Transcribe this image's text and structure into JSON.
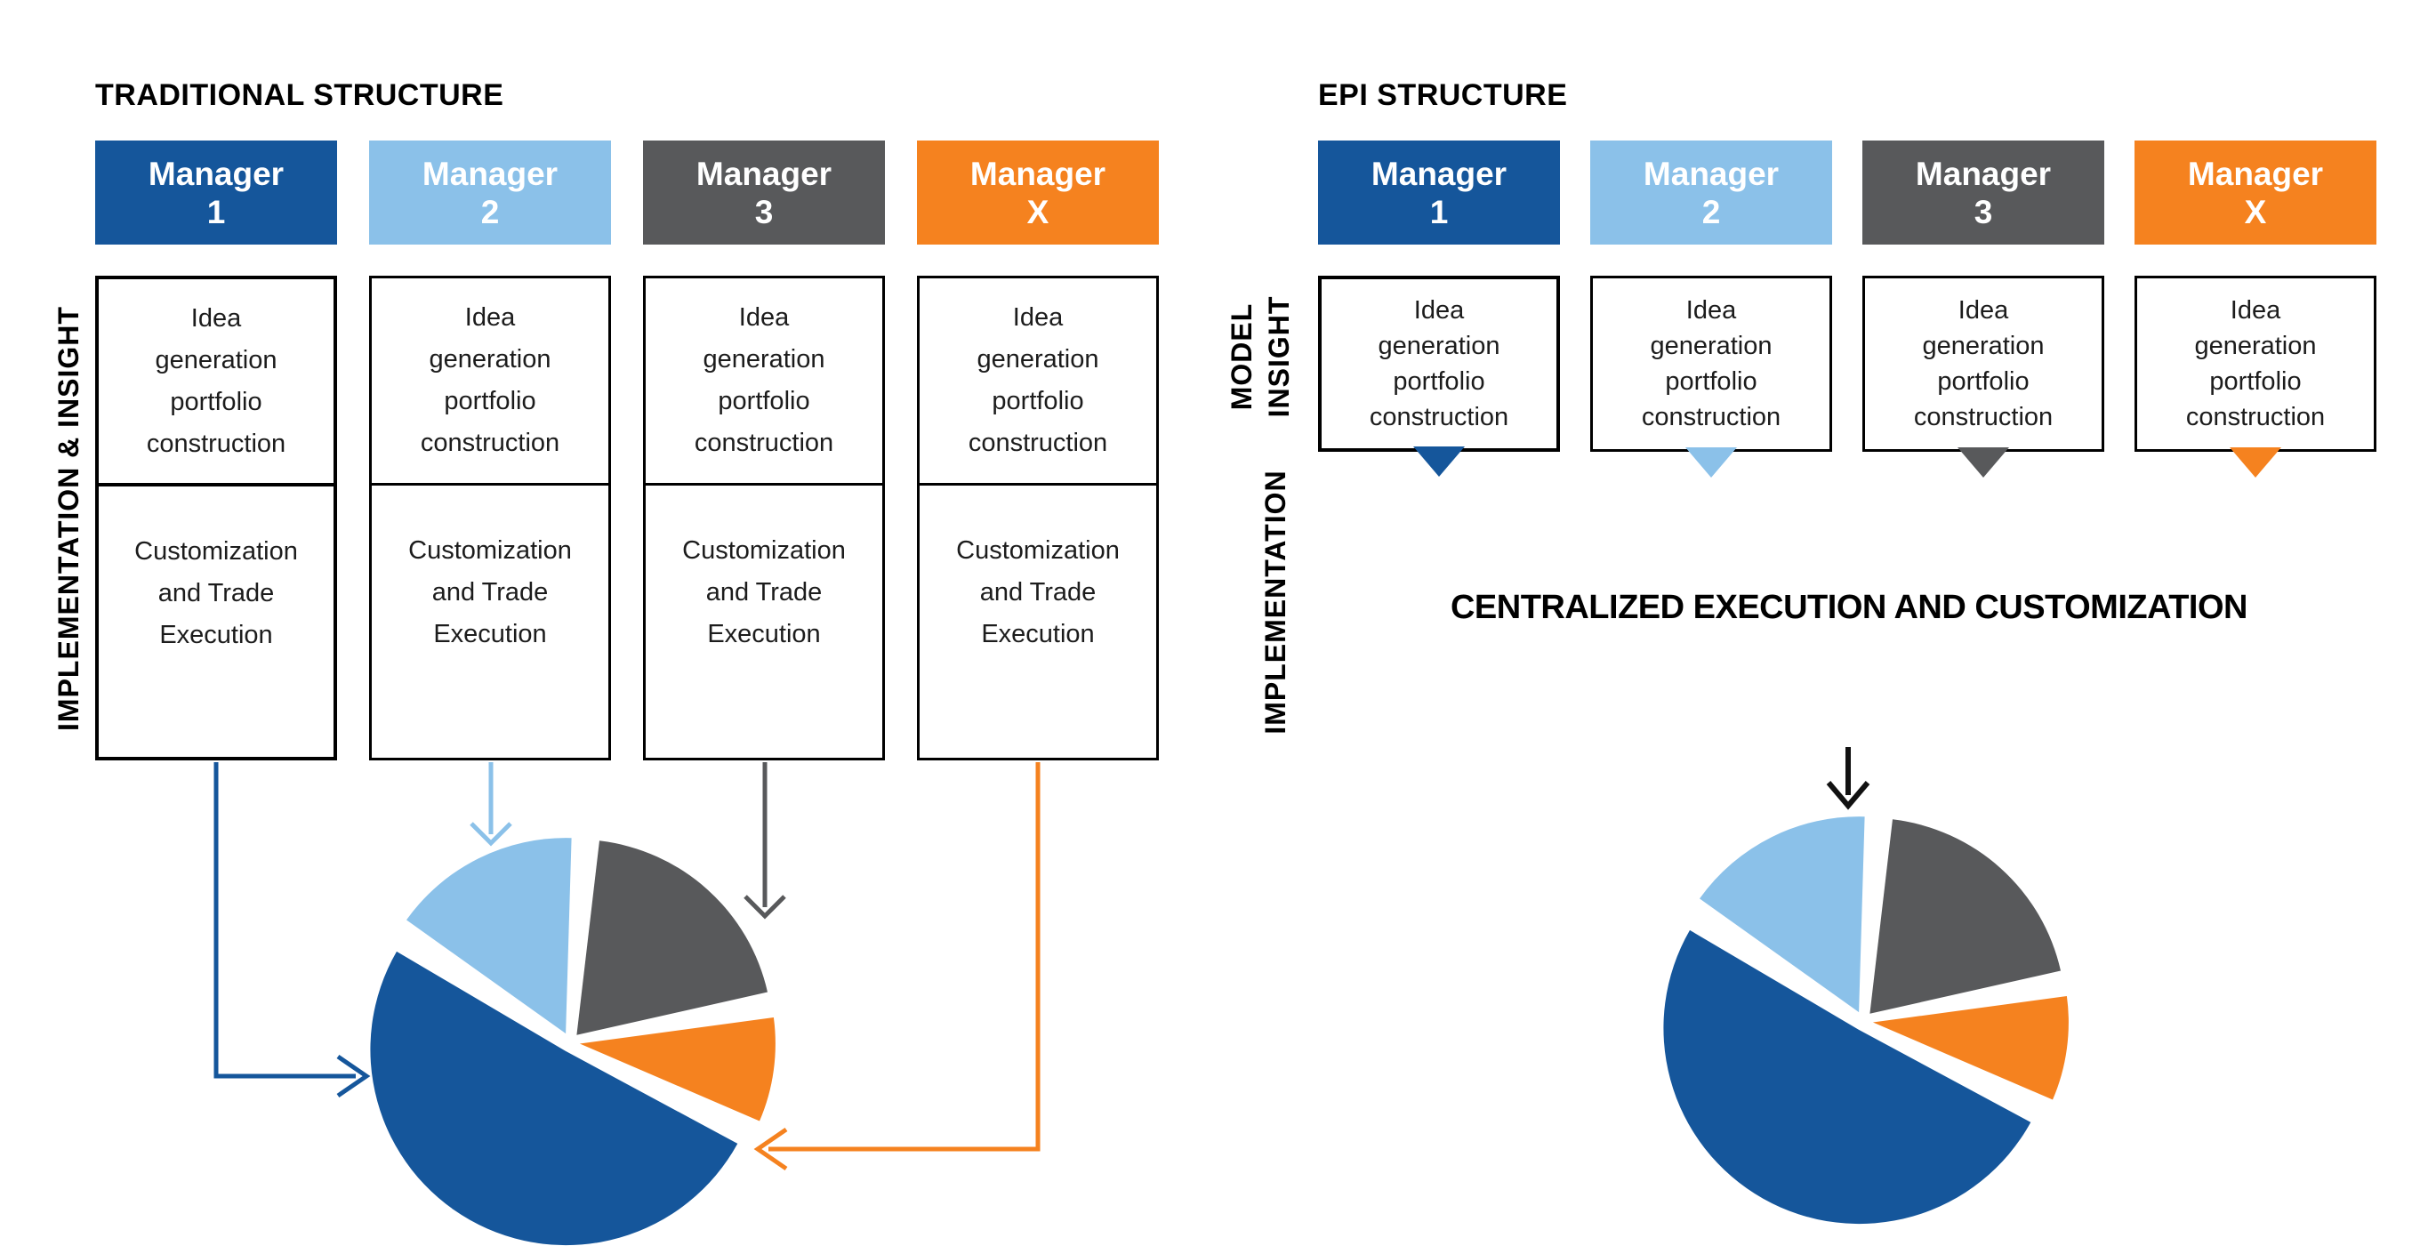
{
  "palette": {
    "dark_blue": "#15569B",
    "light_blue": "#8BC1E9",
    "gray": "#58595B",
    "orange": "#F5821F",
    "text_dark": "#1C1C1C",
    "black": "#000000",
    "background": "#FFFFFF"
  },
  "left": {
    "title": "TRADITIONAL STRUCTURE",
    "side_label": "IMPLEMENTATION & INSIGHT",
    "columns": [
      {
        "manager_label": "Manager",
        "manager_id": "1",
        "color": "#15569B",
        "idea_lines": [
          "Idea",
          "generation",
          "portfolio",
          "construction"
        ],
        "custom_lines": [
          "Customization",
          "and Trade",
          "Execution"
        ]
      },
      {
        "manager_label": "Manager",
        "manager_id": "2",
        "color": "#8BC1E9",
        "idea_lines": [
          "Idea",
          "generation",
          "portfolio",
          "construction"
        ],
        "custom_lines": [
          "Customization",
          "and Trade",
          "Execution"
        ]
      },
      {
        "manager_label": "Manager",
        "manager_id": "3",
        "color": "#58595B",
        "idea_lines": [
          "Idea",
          "generation",
          "portfolio",
          "construction"
        ],
        "custom_lines": [
          "Customization",
          "and Trade",
          "Execution"
        ]
      },
      {
        "manager_label": "Manager",
        "manager_id": "X",
        "color": "#F5821F",
        "idea_lines": [
          "Idea",
          "generation",
          "portfolio",
          "construction"
        ],
        "custom_lines": [
          "Customization",
          "and Trade",
          "Execution"
        ]
      }
    ]
  },
  "right": {
    "title": "EPI STRUCTURE",
    "model_insight_lines": [
      "MODEL",
      "INSIGHT"
    ],
    "implementation_label": "IMPLEMENTATION",
    "heading": "CENTRALIZED EXECUTION AND CUSTOMIZATION",
    "columns": [
      {
        "manager_label": "Manager",
        "manager_id": "1",
        "color": "#15569B",
        "idea_lines": [
          "Idea",
          "generation",
          "portfolio",
          "construction"
        ]
      },
      {
        "manager_label": "Manager",
        "manager_id": "2",
        "color": "#8BC1E9",
        "idea_lines": [
          "Idea",
          "generation",
          "portfolio",
          "construction"
        ]
      },
      {
        "manager_label": "Manager",
        "manager_id": "3",
        "color": "#58595B",
        "idea_lines": [
          "Idea",
          "generation",
          "portfolio",
          "construction"
        ]
      },
      {
        "manager_label": "Manager",
        "manager_id": "X",
        "color": "#F5821F",
        "idea_lines": [
          "Idea",
          "generation",
          "portfolio",
          "construction"
        ]
      }
    ]
  },
  "chart_data": [
    {
      "type": "pie",
      "name": "traditional-structure-combined-portfolio",
      "exploded": true,
      "start_angle_deg": -57,
      "slices": [
        {
          "label": "Manager 2",
          "value": 17,
          "color": "#8BC1E9"
        },
        {
          "label": "Manager 3",
          "value": 21,
          "color": "#58595B"
        },
        {
          "label": "Manager X",
          "value": 10,
          "color": "#F5821F"
        },
        {
          "label": "Manager 1",
          "value": 52,
          "color": "#15569B"
        }
      ]
    },
    {
      "type": "pie",
      "name": "epi-structure-centralized-portfolio",
      "exploded": true,
      "start_angle_deg": -57,
      "slices": [
        {
          "label": "Manager 2",
          "value": 17,
          "color": "#8BC1E9"
        },
        {
          "label": "Manager 3",
          "value": 21,
          "color": "#58595B"
        },
        {
          "label": "Manager X",
          "value": 10,
          "color": "#F5821F"
        },
        {
          "label": "Manager 1",
          "value": 52,
          "color": "#15569B"
        }
      ]
    }
  ]
}
